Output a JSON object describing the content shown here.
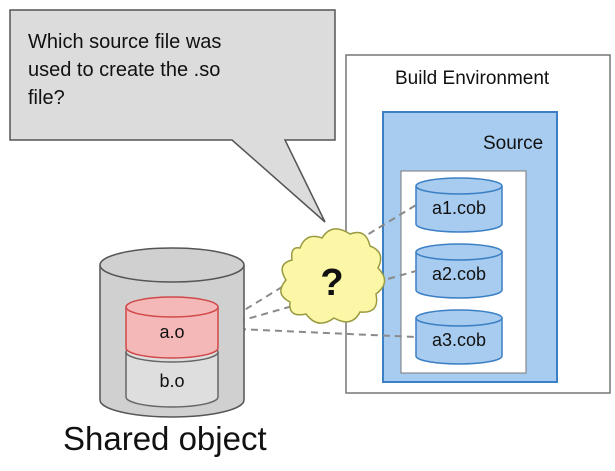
{
  "callout": {
    "lines": [
      "Which source file was",
      "used to create the .so",
      "file?"
    ]
  },
  "build_environment": {
    "title": "Build Environment",
    "source_label": "Source",
    "files": [
      "a1.cob",
      "a2.cob",
      "a3.cob"
    ]
  },
  "shared_object": {
    "label": "Shared object",
    "objects": [
      "a.o",
      "b.o"
    ]
  },
  "unknown_link": {
    "symbol": "?"
  },
  "colors": {
    "callout_fill": "#dcdcdc",
    "callout_stroke": "#555555",
    "env_border": "#777777",
    "source_fill": "#a8ccf0",
    "source_border": "#3b7fc4",
    "file_fill": "#a8ccf0",
    "file_stroke": "#3b7fc4",
    "cylinder_fill": "#d0d0d0",
    "object_highlight_fill": "#f4b8b8",
    "object_highlight_stroke": "#d04848",
    "object_fill": "#dedede",
    "cloud_fill": "#fbf7a6",
    "cloud_stroke": "#9a9a40",
    "connector": "#8a8a8a"
  }
}
